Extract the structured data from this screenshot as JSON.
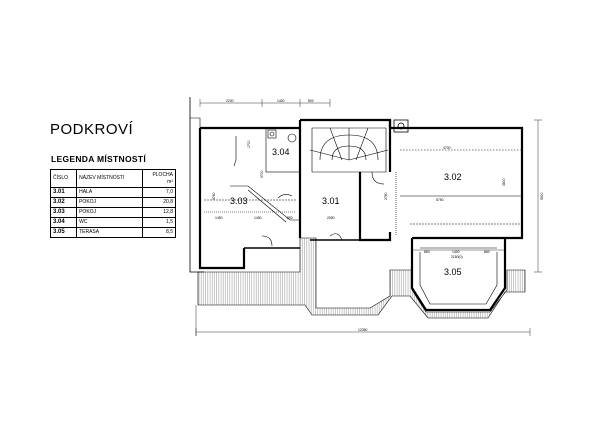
{
  "title": "PODKROVÍ",
  "legend": {
    "title": "LEGENDA  MÍSTNOSTÍ",
    "headers": {
      "number": "ČÍSLO",
      "name": "NÁZEV  MÍSTNOSTI",
      "area": "PLOCHA",
      "unit": "m²"
    },
    "rows": [
      {
        "number": "3.01",
        "name": "HALA",
        "area": "7,0"
      },
      {
        "number": "3.02",
        "name": "POKOJ",
        "area": "20,8"
      },
      {
        "number": "3.03",
        "name": "POKOJ",
        "area": "12,8"
      },
      {
        "number": "3.04",
        "name": "WC",
        "area": "1,5"
      },
      {
        "number": "3.05",
        "name": "TERASA",
        "area": "8,5"
      }
    ]
  },
  "plan": {
    "room_labels": {
      "r301": "3.01",
      "r302": "3.02",
      "r303": "3.03",
      "r304": "3.04",
      "r305": "3.05"
    },
    "dimensions": {
      "top1": "2230",
      "top2": "1400",
      "top3": "800",
      "d3760": "3760",
      "d1700": "1700",
      "d5700": "5700",
      "d1450": "1450",
      "d1450b": "1450",
      "d890": "890",
      "d2050": "2050",
      "d4700": "4700",
      "d5750": "5750",
      "d2780": "2780",
      "d3800": "3800",
      "d5600": "5600",
      "d860": "860",
      "d1400": "1400",
      "d2150": "2150(0)",
      "d860b": "860",
      "total": "12350"
    }
  }
}
